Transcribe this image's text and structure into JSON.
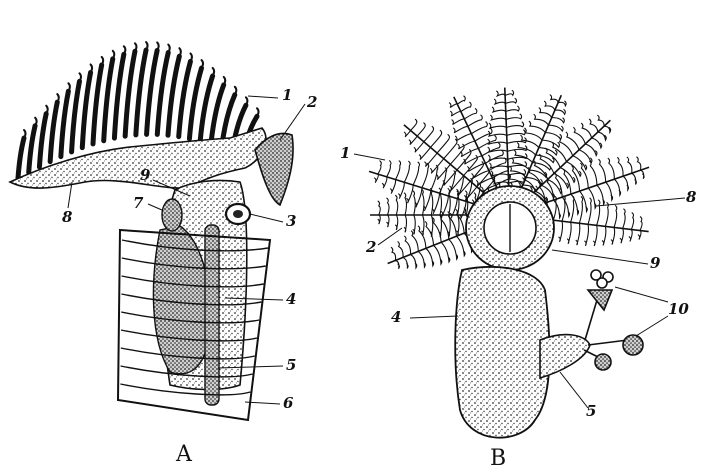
{
  "figure": {
    "panels": [
      {
        "caption": "A",
        "labels": [
          "1",
          "2",
          "3",
          "4",
          "5",
          "6",
          "7",
          "8",
          "9"
        ]
      },
      {
        "caption": "B",
        "labels": [
          "1",
          "2",
          "4",
          "5",
          "8",
          "9",
          "10"
        ]
      }
    ]
  },
  "colors": {
    "ink": "#111111",
    "paper": "#ffffff",
    "shade": "#3a3a3a"
  }
}
